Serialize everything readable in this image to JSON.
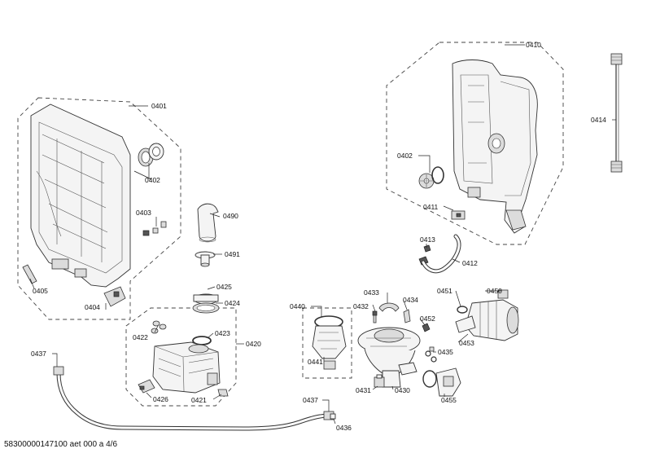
{
  "doc_reference": "58300000147100 aet 000 a 4/6",
  "labels": {
    "p0401": "0401",
    "p0402a": "0402",
    "p0403": "0403",
    "p0404": "0404",
    "p0405": "0405",
    "p0490": "0490",
    "p0491": "0491",
    "p0425": "0425",
    "p0424": "0424",
    "p0422": "0422",
    "p0423": "0423",
    "p0420": "0420",
    "p0426": "0426",
    "p0421": "0421",
    "p0437a": "0437",
    "p0437b": "0437",
    "p0436": "0436",
    "p0410": "0410",
    "p0402b": "0402",
    "p0411": "0411",
    "p0413": "0413",
    "p0412": "0412",
    "p0414": "0414",
    "p0440": "0440",
    "p0441": "0441",
    "p0433": "0433",
    "p0432": "0432",
    "p0434": "0434",
    "p0431": "0431",
    "p0430": "0430",
    "p0451": "0451",
    "p0450": "0450",
    "p0452": "0452",
    "p0453": "0453",
    "p0435": "0435",
    "p0455": "0455"
  }
}
